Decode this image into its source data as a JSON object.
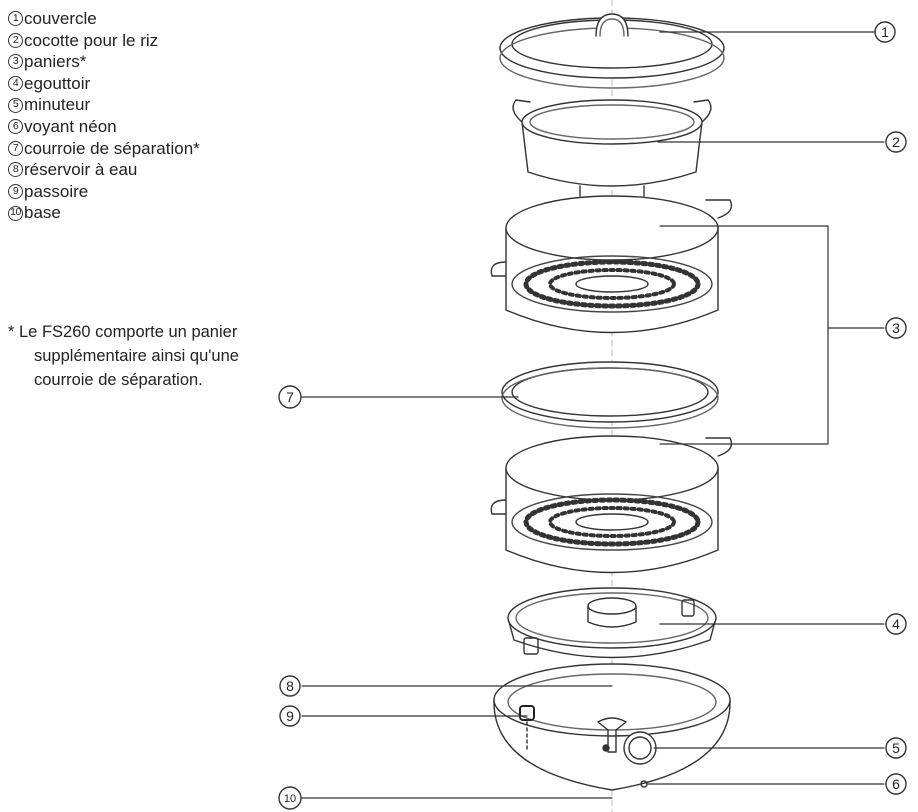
{
  "legend": [
    {
      "num": "1",
      "label": "couvercle"
    },
    {
      "num": "2",
      "label": "cocotte pour le riz"
    },
    {
      "num": "3",
      "label": "paniers*"
    },
    {
      "num": "4",
      "label": "egouttoir"
    },
    {
      "num": "5",
      "label": "minuteur"
    },
    {
      "num": "6",
      "label": "voyant néon"
    },
    {
      "num": "7",
      "label": "courroie de séparation*"
    },
    {
      "num": "8",
      "label": "réservoir à eau"
    },
    {
      "num": "9",
      "label": "passoire"
    },
    {
      "num": "10",
      "label": "base"
    }
  ],
  "footnote": {
    "line1": "* Le FS260 comporte un panier",
    "line2": "supplémentaire ainsi qu'une",
    "line3": "courroie de séparation."
  },
  "callouts": {
    "c1": "1",
    "c2": "2",
    "c3": "3",
    "c4": "4",
    "c5": "5",
    "c6": "6",
    "c7": "7",
    "c8": "8",
    "c9": "9",
    "c10": "10"
  }
}
